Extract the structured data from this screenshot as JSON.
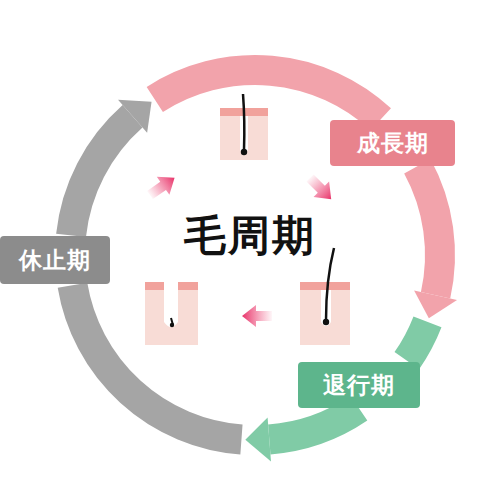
{
  "diagram": {
    "title": "毛周期",
    "nodes": [
      {
        "text": [
          "成長期"
        ]
      },
      {
        "text": [
          "休止期"
        ]
      },
      {
        "text": [
          "退行期"
        ]
      }
    ],
    "edges": [
      {
        "from": 0,
        "to": 2,
        "arrow": "to"
      },
      {
        "from": 2,
        "to": 1,
        "arrow": "to"
      },
      {
        "from": 1,
        "to": 0,
        "arrow": "to"
      }
    ]
  }
}
